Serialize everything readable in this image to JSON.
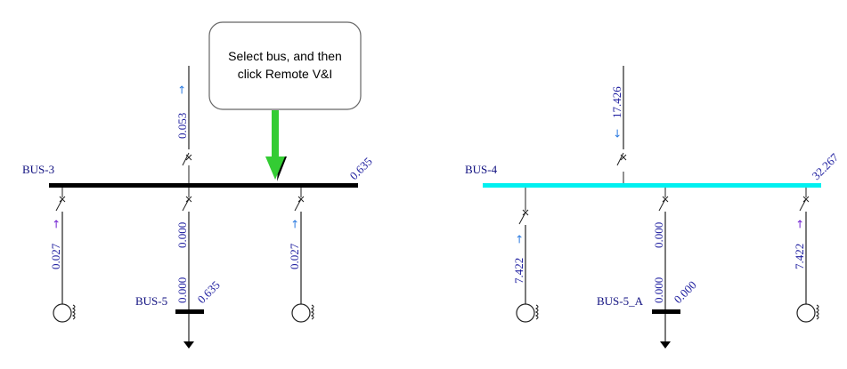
{
  "callout": {
    "line1": "Select bus, and then",
    "line2": "click Remote V&I"
  },
  "colors": {
    "bus_normal": "#000000",
    "bus_selected": "#00f0f0",
    "value_text": "#2020a0",
    "arrow_blue": "#2a7ae0",
    "arrow_purple": "#7020d0",
    "callout_arrow": "#33cc33"
  },
  "left": {
    "bus_name": "BUS-3",
    "bus_voltage": "0.635",
    "top_feeder": {
      "value": "0.053",
      "arrow": "→"
    },
    "gen_left": {
      "value": "0.027",
      "arrow": "→"
    },
    "center_feeder": {
      "value": "0.000"
    },
    "gen_right": {
      "value": "0.027",
      "arrow": "→"
    },
    "load_bus": {
      "name": "BUS-5",
      "flow": "0.000",
      "voltage": "0.635"
    }
  },
  "right": {
    "bus_name": "BUS-4",
    "bus_voltage": "32.267",
    "top_feeder": {
      "value": "17.426",
      "arrow": "←"
    },
    "gen_left": {
      "value": "7.422",
      "arrow": "→"
    },
    "center_feeder": {
      "value": "0.000"
    },
    "gen_right": {
      "value": "7.422",
      "arrow": "→"
    },
    "load_bus": {
      "name": "BUS-5_A",
      "flow": "0.000",
      "voltage": "0.000"
    }
  }
}
